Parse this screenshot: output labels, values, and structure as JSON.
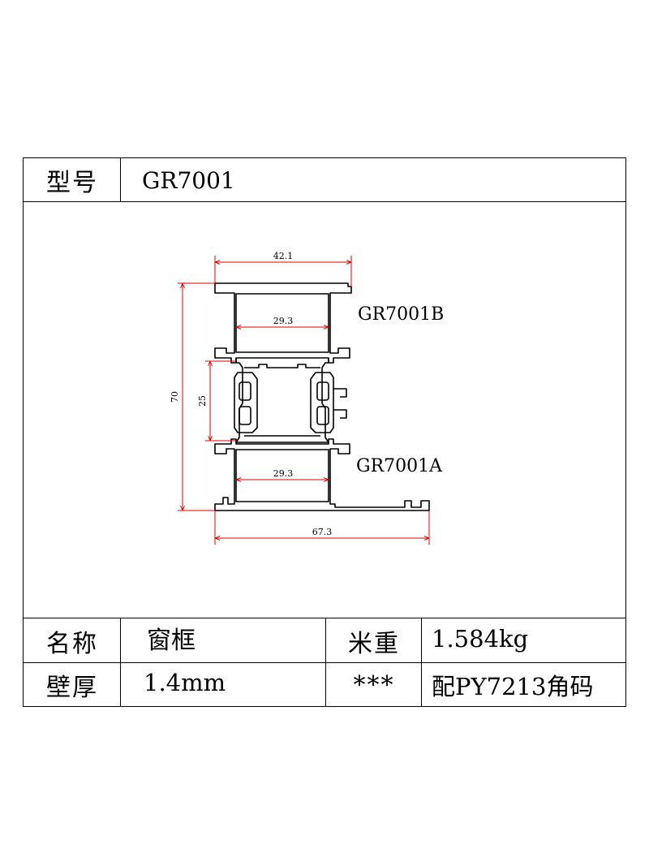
{
  "header": {
    "model_label": "型号",
    "model_value": "GR7001"
  },
  "drawing": {
    "dim_width_top": "42.1",
    "dim_inner_top": "29.3",
    "dim_inner_bottom": "29.3",
    "dim_height_total": "70",
    "dim_height_mid": "25",
    "dim_width_bottom": "67.3",
    "part_label_top": "GR7001B",
    "part_label_bottom": "GR7001A",
    "dimension_color": "#e00000"
  },
  "specs": {
    "name_label": "名称",
    "name_value": "窗框",
    "weight_label": "米重",
    "weight_value": "1.584kg",
    "thickness_label": "壁厚",
    "thickness_value": "1.4mm",
    "extra_label": "***",
    "extra_value": "配PY7213角码"
  }
}
